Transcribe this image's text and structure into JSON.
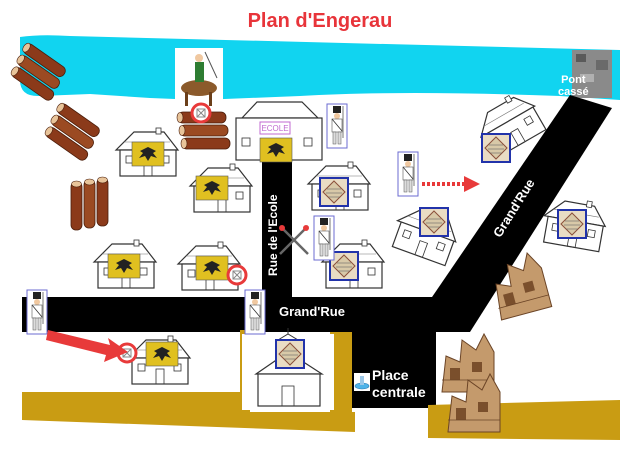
{
  "map": {
    "title": "Plan d'Engerau",
    "labels": {
      "grand_rue_main": "Grand'Rue",
      "grand_rue_diag": "Grand'Rue",
      "rue_ecole": "Rue de l'Ecole",
      "place_line1": "Place",
      "place_line2": "centrale",
      "pont_line1": "Pont",
      "pont_line2": "cassé",
      "ecole_sign": "ECOLE"
    },
    "colors": {
      "river": "#11d4f0",
      "road": "#000000",
      "path": "#c99c13",
      "title": "#e8343a",
      "arrow": "#e83a3a",
      "flag": "#e0c020",
      "marker_blue": "#2233aa"
    },
    "icons": [
      "log-pile-icon",
      "soldier-icon",
      "cavalry-icon",
      "house-icon",
      "church-icon",
      "school-icon",
      "ruin-icon",
      "flag-icon",
      "banner-icon",
      "crossed-swords-icon",
      "arrow-icon",
      "fountain-icon"
    ]
  }
}
